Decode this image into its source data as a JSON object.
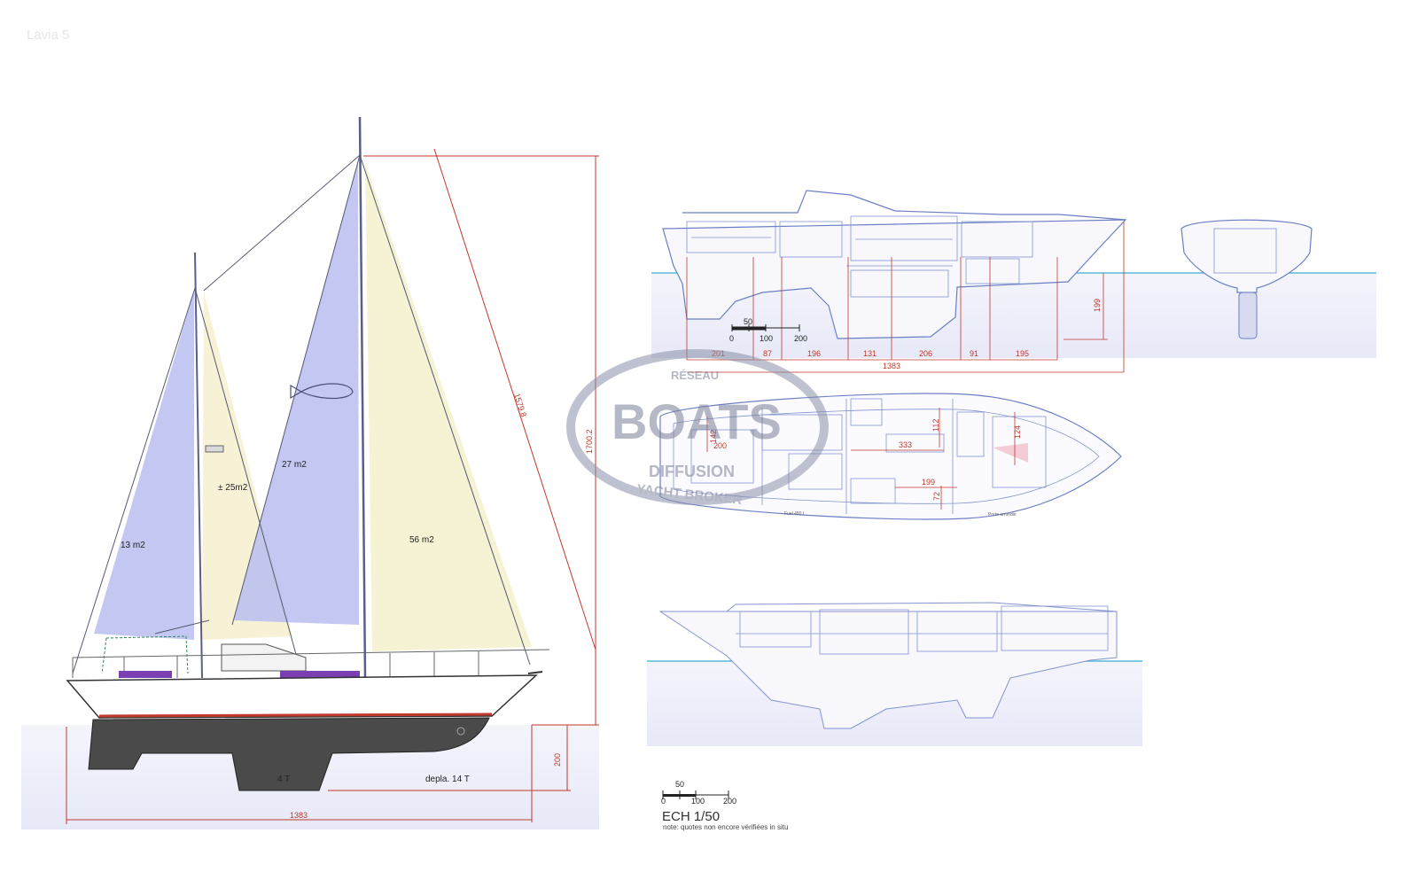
{
  "header": {
    "faint_title": "Lavia 5"
  },
  "sail_plan": {
    "areas": {
      "mizzen": "13 m2",
      "mizzen_staysail": "± 25m2",
      "main": "27 m2",
      "genoa": "56 m2"
    },
    "dimensions": {
      "diagonal": "1579.8",
      "height": "1700.2",
      "draft": "200",
      "length": "1383"
    },
    "ballast": "4 T",
    "displacement": "depla. 14 T"
  },
  "profile": {
    "scale": {
      "fifty": "50",
      "zero": "0",
      "hundred": "100",
      "two_hundred": "200"
    },
    "height_dim": "199",
    "segments": [
      "201",
      "87",
      "196",
      "131",
      "206",
      "91",
      "195"
    ],
    "total": "1383"
  },
  "plan": {
    "dims": {
      "d142": "142",
      "d200": "200",
      "d333": "333",
      "d112": "112",
      "d124": "124",
      "d199": "199",
      "d72": "72"
    },
    "notes": {
      "fuel": "Fuel 480 l",
      "porte": "Porte arrondie"
    }
  },
  "watermark": {
    "top": "RÉSEAU",
    "main": "BOATS",
    "middle": "DIFFUSION",
    "bottom": "YACHT BROKER"
  },
  "footer": {
    "scale": {
      "fifty": "50",
      "zero": "0",
      "hundred": "100",
      "two_hundred": "200"
    },
    "scale_label": "ECH 1/50",
    "note": "note: quotes non encore vérifiées in situ"
  },
  "colors": {
    "dim_red": "#c0392b",
    "sail_blue": "#b9bdf0",
    "sail_cream": "#f6f1d2",
    "hull_dark": "#4a4a4a",
    "line_blue": "#6b7fc4",
    "water": "#5bb8d8"
  }
}
